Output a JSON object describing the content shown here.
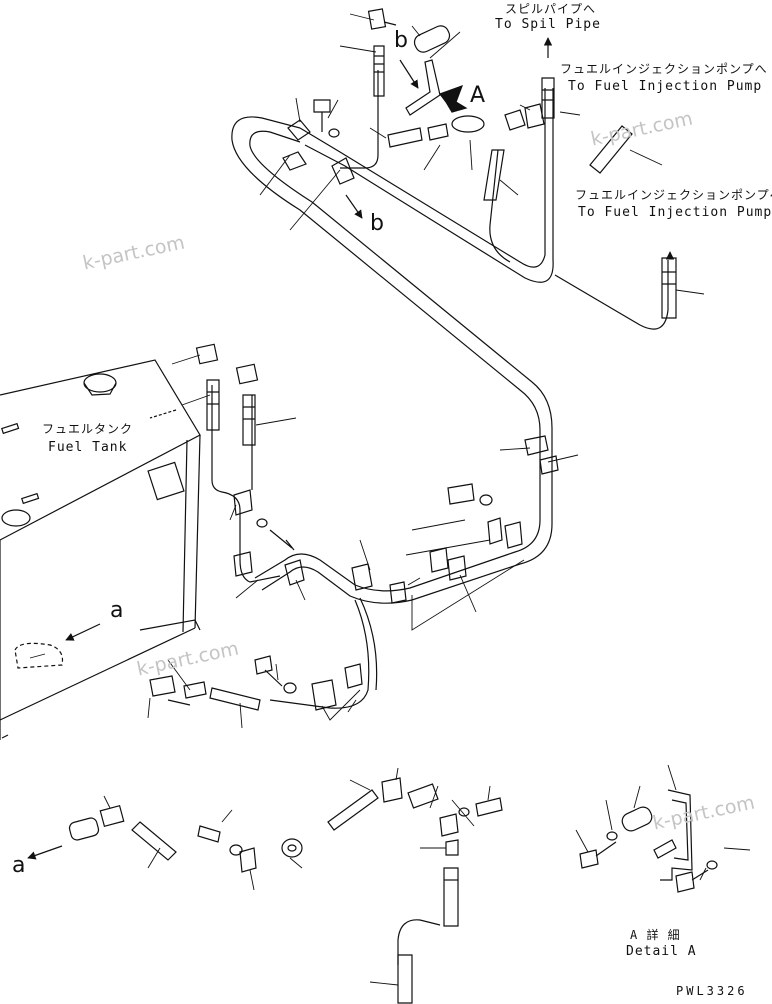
{
  "labels": {
    "spill_jp": "スピルパイプへ",
    "spill_en": "To Spil Pipe",
    "pump1_jp": "フュエルインジェクションポンプへ",
    "pump1_en": "To Fuel Injection Pump",
    "pump2_jp": "フュエルインジェクションポンプへ",
    "pump2_en": "To Fuel Injection Pump",
    "tank_jp": "フュエルタンク",
    "tank_en": "Fuel Tank",
    "view_a": "A",
    "view_b_top": "b",
    "view_b_mid": "b",
    "view_a_left": "a",
    "view_a_bottom": "a",
    "detail_jp": "A 詳 細",
    "detail_en": "Detail A",
    "drawing_code": "PWL3326"
  },
  "watermarks": [
    "k-part.com",
    "k-part.com",
    "k-part.com",
    "k-part.com"
  ],
  "colors": {
    "line": "#111111",
    "watermark": "#c4c4c4",
    "background": "#ffffff"
  }
}
